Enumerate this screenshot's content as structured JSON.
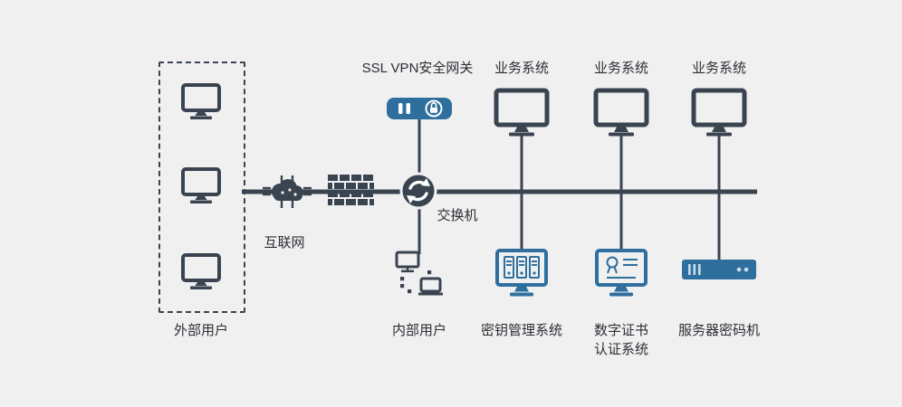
{
  "diagram": {
    "external_group": {
      "label": "外部用户"
    },
    "internet": {
      "label": "互联网"
    },
    "switch": {
      "label": "交换机"
    },
    "vpn_gateway": {
      "label": "SSL VPN安全网关"
    },
    "internal_users": {
      "label": "内部用户"
    },
    "business_systems": [
      {
        "label": "业务系统"
      },
      {
        "label": "业务系统"
      },
      {
        "label": "业务系统"
      }
    ],
    "key_management": {
      "label": "密钥管理系统"
    },
    "digital_cert": {
      "label_line1": "数字证书",
      "label_line2": "认证系统"
    },
    "server_crypto": {
      "label": "服务器密码机"
    }
  },
  "colors": {
    "dark": "#3a4350",
    "blue": "#2e6f9e",
    "background": "#f0f0f1",
    "text": "#2b2f33"
  }
}
